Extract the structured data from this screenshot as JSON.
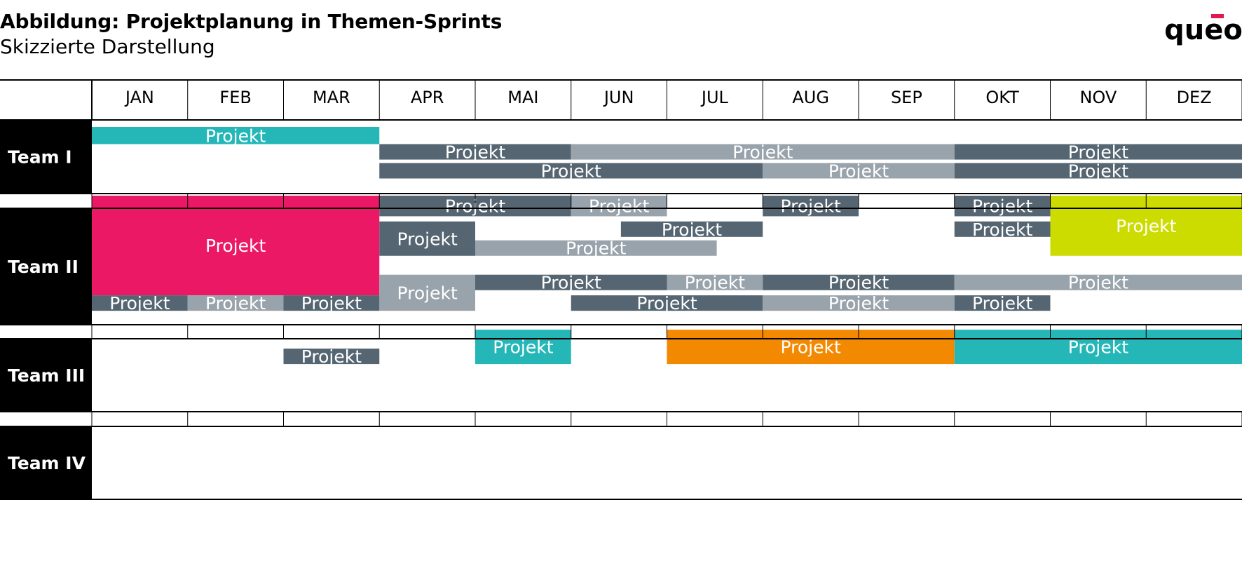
{
  "header": {
    "title": "Abbildung: Projektplanung in Themen-Sprints",
    "subtitle": "Skizzierte Darstellung",
    "logo_text": "queo"
  },
  "colors": {
    "dark": "#556672",
    "light": "#99a3ab",
    "teal": "#25b7b8",
    "magenta": "#eb1865",
    "lime": "#cddc00",
    "orange": "#f38900",
    "logo_accent": "#e4174f",
    "black": "#000000"
  },
  "chart_data": {
    "type": "gantt",
    "months": [
      "JAN",
      "FEB",
      "MAR",
      "APR",
      "MAI",
      "JUN",
      "JUL",
      "AUG",
      "SEP",
      "OKT",
      "NOV",
      "DEZ"
    ],
    "teams": [
      "Team I",
      "Team II",
      "Team III",
      "Team IV"
    ],
    "projects": [
      {
        "label": "Projekt",
        "start": 0,
        "end": 3,
        "color": "teal",
        "lane_top": 0.0,
        "lane_bottom": 1.0
      },
      {
        "label": "Projekt",
        "start": 3,
        "end": 5,
        "color": "dark",
        "lane_top": 1.0,
        "lane_bottom": 1.9
      },
      {
        "label": "Projekt",
        "start": 5,
        "end": 9,
        "color": "light",
        "lane_top": 1.0,
        "lane_bottom": 1.9
      },
      {
        "label": "Projekt",
        "start": 9,
        "end": 12,
        "color": "dark",
        "lane_top": 1.0,
        "lane_bottom": 1.9
      },
      {
        "label": "Projekt",
        "start": 3,
        "end": 7,
        "color": "dark",
        "lane_top": 2.1,
        "lane_bottom": 3.0
      },
      {
        "label": "Projekt",
        "start": 7,
        "end": 9,
        "color": "light",
        "lane_top": 2.1,
        "lane_bottom": 3.0
      },
      {
        "label": "Projekt",
        "start": 9,
        "end": 12,
        "color": "dark",
        "lane_top": 2.1,
        "lane_bottom": 3.0
      },
      {
        "label": "Projekt",
        "start": 0,
        "end": 3,
        "color": "magenta",
        "lane_top": 4.0,
        "lane_bottom": 9.8
      },
      {
        "label": "Projekt",
        "start": 3,
        "end": 5,
        "color": "dark",
        "lane_top": 4.0,
        "lane_bottom": 5.2
      },
      {
        "label": "Projekt",
        "start": 5,
        "end": 6,
        "color": "light",
        "lane_top": 4.0,
        "lane_bottom": 5.2
      },
      {
        "label": "Projekt",
        "start": 7,
        "end": 8,
        "color": "dark",
        "lane_top": 4.0,
        "lane_bottom": 5.2
      },
      {
        "label": "Projekt",
        "start": 9,
        "end": 10,
        "color": "dark",
        "lane_top": 4.0,
        "lane_bottom": 5.2
      },
      {
        "label": "Projekt",
        "start": 10,
        "end": 12,
        "color": "lime",
        "lane_top": 4.0,
        "lane_bottom": 7.5
      },
      {
        "label": "Projekt",
        "start": 3,
        "end": 4,
        "color": "dark",
        "lane_top": 5.5,
        "lane_bottom": 7.5
      },
      {
        "label": "Projekt",
        "start": 5.52,
        "end": 7,
        "color": "dark",
        "lane_top": 5.5,
        "lane_bottom": 6.4
      },
      {
        "label": "Projekt",
        "start": 9,
        "end": 10,
        "color": "dark",
        "lane_top": 5.5,
        "lane_bottom": 6.4
      },
      {
        "label": "Projekt",
        "start": 4,
        "end": 6.52,
        "color": "light",
        "lane_top": 6.6,
        "lane_bottom": 7.5
      },
      {
        "label": "Projekt",
        "start": 3,
        "end": 4,
        "color": "light",
        "lane_top": 8.6,
        "lane_bottom": 10.7
      },
      {
        "label": "Projekt",
        "start": 4,
        "end": 6,
        "color": "dark",
        "lane_top": 8.6,
        "lane_bottom": 9.5
      },
      {
        "label": "Projekt",
        "start": 6,
        "end": 7,
        "color": "light",
        "lane_top": 8.6,
        "lane_bottom": 9.5
      },
      {
        "label": "Projekt",
        "start": 7,
        "end": 9,
        "color": "dark",
        "lane_top": 8.6,
        "lane_bottom": 9.5
      },
      {
        "label": "Projekt",
        "start": 9,
        "end": 12,
        "color": "light",
        "lane_top": 8.6,
        "lane_bottom": 9.5
      },
      {
        "label": "Projekt",
        "start": 0,
        "end": 1,
        "color": "dark",
        "lane_top": 9.8,
        "lane_bottom": 10.7
      },
      {
        "label": "Projekt",
        "start": 1,
        "end": 2,
        "color": "light",
        "lane_top": 9.8,
        "lane_bottom": 10.7
      },
      {
        "label": "Projekt",
        "start": 2,
        "end": 3,
        "color": "dark",
        "lane_top": 9.8,
        "lane_bottom": 10.7
      },
      {
        "label": "Projekt",
        "start": 5,
        "end": 7,
        "color": "dark",
        "lane_top": 9.8,
        "lane_bottom": 10.7
      },
      {
        "label": "Projekt",
        "start": 7,
        "end": 9,
        "color": "light",
        "lane_top": 9.8,
        "lane_bottom": 10.7
      },
      {
        "label": "Projekt",
        "start": 9,
        "end": 10,
        "color": "dark",
        "lane_top": 9.8,
        "lane_bottom": 10.7
      },
      {
        "label": "Projekt",
        "start": 4,
        "end": 5,
        "color": "teal",
        "lane_top": 11.8,
        "lane_bottom": 13.8
      },
      {
        "label": "Projekt",
        "start": 6,
        "end": 9,
        "color": "orange",
        "lane_top": 11.8,
        "lane_bottom": 13.8
      },
      {
        "label": "Projekt",
        "start": 9,
        "end": 12,
        "color": "teal",
        "lane_top": 11.8,
        "lane_bottom": 13.8
      },
      {
        "label": "Projekt",
        "start": 2,
        "end": 3,
        "color": "dark",
        "lane_top": 12.9,
        "lane_bottom": 13.8
      }
    ]
  }
}
